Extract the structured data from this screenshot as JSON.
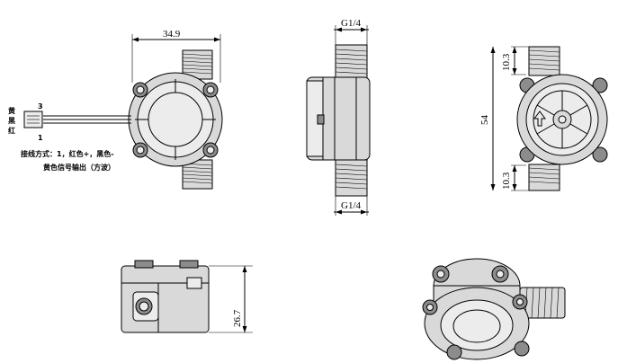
{
  "dimensions": {
    "front_width": "34.9",
    "side_thread_top": "G1/4",
    "side_thread_bottom": "G1/4",
    "back_top_thread": "10.3",
    "back_height": "54",
    "back_bottom_thread": "10.3",
    "bottom_height": "26.7"
  },
  "connector": {
    "wire_yellow": "黄",
    "wire_black": "黑",
    "wire_red": "红",
    "pin_top": "3",
    "pin_bottom": "1"
  },
  "wiring_note": {
    "line1": "接线方式：1，红色+，黑色-",
    "line2": "黄色信号输出（方波）"
  }
}
